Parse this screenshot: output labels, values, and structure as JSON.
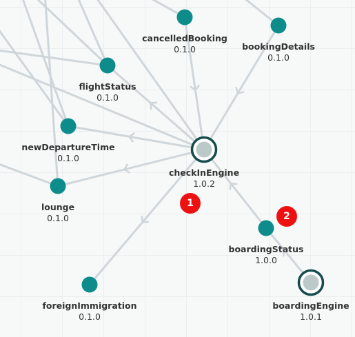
{
  "colors": {
    "node": "#0e8c8c",
    "ring": "#154b4b",
    "inner": "#bcc9c9",
    "edge": "#cfd6da",
    "badge": "#ee1111"
  },
  "nodes": [
    {
      "id": "cancelledBooking",
      "label": "cancelledBooking",
      "version": "0.1.0",
      "kind": "service"
    },
    {
      "id": "bookingDetails",
      "label": "bookingDetails",
      "version": "0.1.0",
      "kind": "service"
    },
    {
      "id": "flightStatus",
      "label": "flightStatus",
      "version": "0.1.0",
      "kind": "service"
    },
    {
      "id": "newDepartureTime",
      "label": "newDepartureTime",
      "version": "0.1.0",
      "kind": "service"
    },
    {
      "id": "checkInEngine",
      "label": "checkInEngine",
      "version": "1.0.2",
      "kind": "engine"
    },
    {
      "id": "lounge",
      "label": "lounge",
      "version": "0.1.0",
      "kind": "service"
    },
    {
      "id": "boardingStatus",
      "label": "boardingStatus",
      "version": "1.0.0",
      "kind": "service"
    },
    {
      "id": "foreignImmigration",
      "label": "foreignImmigration",
      "version": "0.1.0",
      "kind": "service"
    },
    {
      "id": "boardingEngine",
      "label": "boardingEngine",
      "version": "1.0.1",
      "kind": "engine"
    }
  ],
  "edges": [
    {
      "from": "cancelledBooking",
      "to": "checkInEngine"
    },
    {
      "from": "bookingDetails",
      "to": "checkInEngine"
    },
    {
      "from": "checkInEngine",
      "to": "flightStatus"
    },
    {
      "from": "checkInEngine",
      "to": "newDepartureTime"
    },
    {
      "from": "checkInEngine",
      "to": "lounge"
    },
    {
      "from": "checkInEngine",
      "to": "foreignImmigration"
    },
    {
      "from": "boardingStatus",
      "to": "checkInEngine"
    },
    {
      "from": "boardingEngine",
      "to": "boardingStatus"
    }
  ],
  "badges": [
    {
      "text": "1"
    },
    {
      "text": "2"
    }
  ]
}
